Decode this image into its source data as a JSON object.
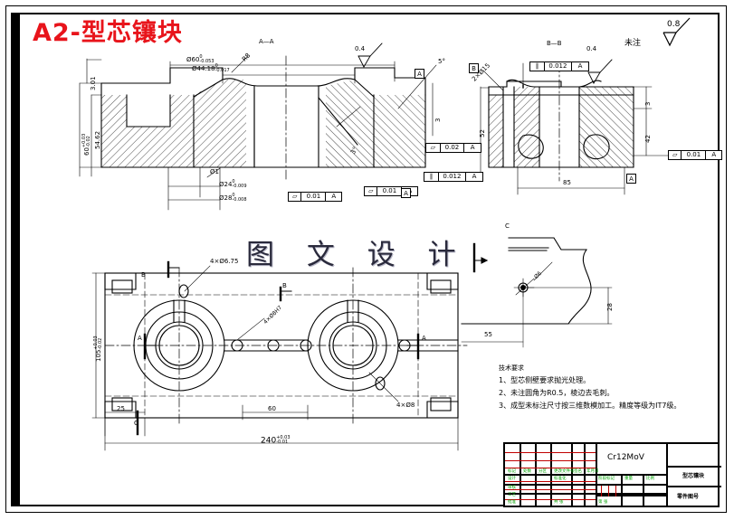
{
  "drawing": {
    "title": "A2-型芯镶块",
    "watermark": "图 文 设 计",
    "unnoted_finish_label": "未注",
    "unnoted_finish_value": "0.8"
  },
  "views": {
    "section_aa_label": "A—A",
    "section_bb_label": "B—B",
    "detail_c_label": "C",
    "datum_a": "A",
    "datum_b": "B",
    "datum_c": "C"
  },
  "front_view": {
    "dim_3_01": "3.01",
    "dim_60_tol": "60",
    "dim_60_upper": "+0.03",
    "dim_60_lower": "-0.02",
    "dim_54_62": "54.62",
    "dia_60": "Ø60",
    "dia_60_upper": "0",
    "dia_60_lower": "-0.053",
    "dia_44_18": "Ø44.18",
    "dia_44_upper": "0",
    "dia_44_lower": "-0.017",
    "dia_1": "Ø1",
    "dia_24": "Ø24",
    "dia_24_upper": "0",
    "dia_24_lower": "-0.009",
    "dia_28": "Ø28",
    "dia_28_upper": "0",
    "dia_28_lower": "-0.008",
    "angle_5": "5°",
    "angle_3": "3°",
    "dim_3_right": "3",
    "finish_r8": "R8",
    "finish_04": "0.4"
  },
  "section_bb": {
    "dim_2x15": "2×Ø15",
    "dim_52": "52",
    "dim_85": "85",
    "dim_3": "3",
    "dim_42": "42",
    "finish_04": "0.4"
  },
  "detail_c": {
    "dia_6": "Ø6",
    "dim_28": "28",
    "dim_55": "55"
  },
  "plan_view": {
    "dim_4x675": "4×Ø6.75",
    "dim_4x8h7": "4×Ø8H7",
    "dim_4x8": "4×Ø8",
    "dim_105": "105",
    "dim_105_upper": "+0.03",
    "dim_105_lower": "-0.02",
    "dim_25": "25",
    "dim_60": "60",
    "dim_240": "240",
    "dim_240_upper": "+0.03",
    "dim_240_lower": "-0.01"
  },
  "tolerances": {
    "frame1_sym": "⏥",
    "frame1_val": "0.02",
    "frame1_datum": "A",
    "frame2_sym": "∥",
    "frame2_val": "0.012",
    "frame2_datum": "A",
    "frame3_sym": "∥",
    "frame3_val": "0.012",
    "frame3_datum": "A",
    "frame4_sym": "⏥",
    "frame4_val": "0.01",
    "frame4_datum": "A",
    "frame5_sym": "⏥",
    "frame5_val": "0.01",
    "frame5_datum": "A",
    "frame6_sym": "⏥",
    "frame6_val": "0.01",
    "frame6_datum": "A"
  },
  "technical_requirements": {
    "heading": "技术要求",
    "items": [
      "1、型芯侧壁要求抛光处理。",
      "2、未注圆角为R0.5，棱边去毛刺。",
      "3、成型未标注尺寸按三维数模加工。精度等级为IT7级。"
    ]
  },
  "title_block": {
    "material": "Cr12MoV",
    "company": "型芯镶块",
    "drawing_no": "零件图号",
    "cells": [
      "标记",
      "处数",
      "分区",
      "更改文件号",
      "签名",
      "年月日",
      "设计",
      "标准化",
      "阶段标记",
      "重量",
      "比例",
      "审核",
      "工艺",
      "批准",
      "共 张",
      "第 张"
    ]
  },
  "colors": {
    "title_red": "#e8141b",
    "table_green": "#00a000",
    "table_red": "#c00000",
    "line_black": "#000000"
  }
}
